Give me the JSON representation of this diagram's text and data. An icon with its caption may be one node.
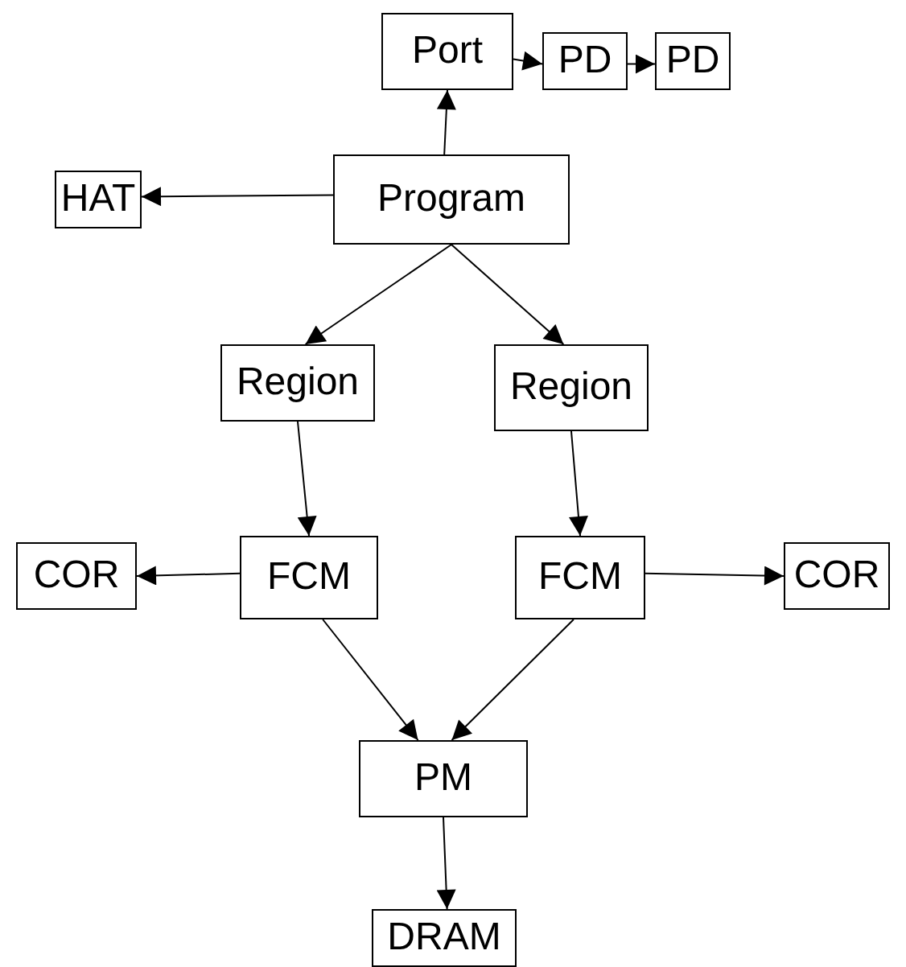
{
  "diagram": {
    "nodes": [
      {
        "text": [
          "Port"
        ]
      },
      {
        "text": [
          "PD"
        ]
      },
      {
        "text": [
          "PD"
        ]
      },
      {
        "text": [
          "HAT"
        ]
      },
      {
        "text": [
          "Program"
        ]
      },
      {
        "text": [
          "Region"
        ]
      },
      {
        "text": [
          "Region"
        ]
      },
      {
        "text": [
          "COR"
        ]
      },
      {
        "text": [
          "FCM"
        ]
      },
      {
        "text": [
          "FCM"
        ]
      },
      {
        "text": [
          "COR"
        ]
      },
      {
        "text": [
          "PM"
        ]
      },
      {
        "text": [
          "DRAM"
        ]
      }
    ],
    "edges": [
      {
        "from": 4,
        "to": 0,
        "arrow": "to"
      },
      {
        "from": 0,
        "to": 1,
        "arrow": "to"
      },
      {
        "from": 1,
        "to": 2,
        "arrow": "to"
      },
      {
        "from": 4,
        "to": 3,
        "arrow": "to"
      },
      {
        "from": 4,
        "to": 5,
        "arrow": "to"
      },
      {
        "from": 4,
        "to": 6,
        "arrow": "to"
      },
      {
        "from": 5,
        "to": 8,
        "arrow": "to"
      },
      {
        "from": 6,
        "to": 9,
        "arrow": "to"
      },
      {
        "from": 8,
        "to": 7,
        "arrow": "to"
      },
      {
        "from": 9,
        "to": 10,
        "arrow": "to"
      },
      {
        "from": 8,
        "to": 11,
        "arrow": "to"
      },
      {
        "from": 9,
        "to": 11,
        "arrow": "to"
      },
      {
        "from": 11,
        "to": 12,
        "arrow": "to"
      }
    ]
  }
}
